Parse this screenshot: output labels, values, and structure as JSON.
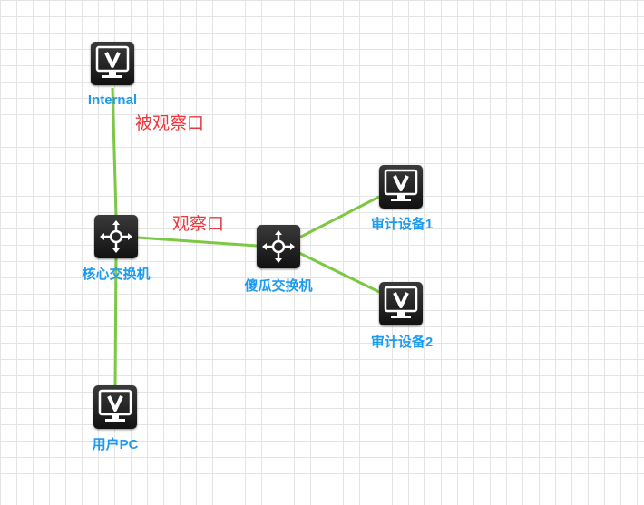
{
  "diagram": {
    "link_color": "#7bc843",
    "label_color": "#1d9bf0",
    "annotation_color": "#e8383d",
    "nodes": {
      "internal": {
        "label": "Internal",
        "icon": "monitor-icon"
      },
      "core_switch": {
        "label": "核心交换机",
        "icon": "switch-icon"
      },
      "dumb_switch": {
        "label": "傻瓜交换机",
        "icon": "switch-icon"
      },
      "audit1": {
        "label": "审计设备1",
        "icon": "monitor-icon"
      },
      "audit2": {
        "label": "审计设备2",
        "icon": "monitor-icon"
      },
      "user_pc": {
        "label": "用户PC",
        "icon": "monitor-icon"
      }
    },
    "annotations": {
      "observed_port": "被观察口",
      "mirror_port": "观察口"
    }
  }
}
